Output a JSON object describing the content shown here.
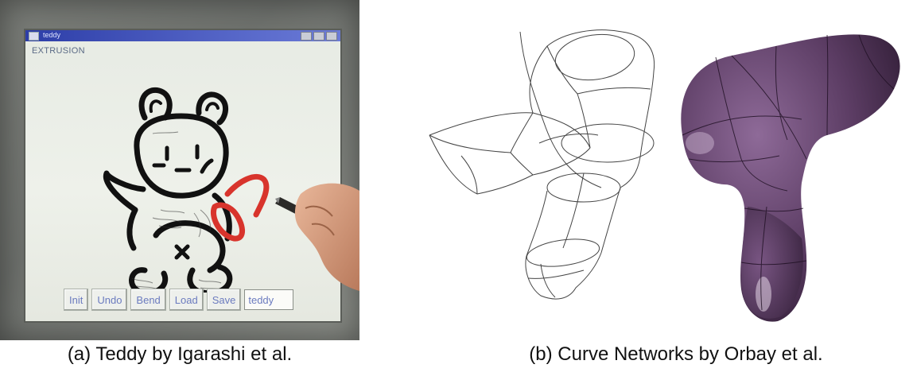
{
  "panel_a": {
    "window_title": "teddy",
    "mode_label": "EXTRUSION",
    "toolbar": {
      "init_label": "Init",
      "undo_label": "Undo",
      "bend_label": "Bend",
      "load_label": "Load",
      "save_label": "Save",
      "filename_value": "teddy"
    },
    "caption": "(a) Teddy by Igarashi et al."
  },
  "panel_b": {
    "caption": "(b) Curve Networks by Orbay et al.",
    "surface_color": "#5b3c63"
  }
}
